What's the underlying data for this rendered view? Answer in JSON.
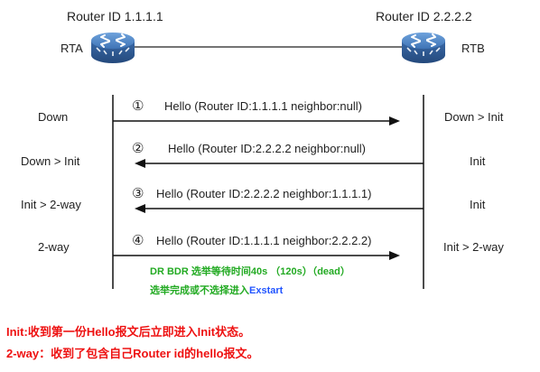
{
  "routers": {
    "left": {
      "id_label": "Router ID 1.1.1.1",
      "name": "RTA"
    },
    "right": {
      "id_label": "Router ID 2.2.2.2",
      "name": "RTB"
    }
  },
  "icons": {
    "router": "router-icon"
  },
  "colors": {
    "router_top": "#4a7fc0",
    "router_side": "#2e5c96",
    "line": "#111111",
    "green_note": "#22aa22",
    "blue_note": "#2255ff",
    "red_note": "#ee1111"
  },
  "exchanges": [
    {
      "num": "①",
      "message": "Hello (Router ID:1.1.1.1  neighbor:null)",
      "direction": "right",
      "left_state": "Down",
      "right_state": "Down > Init"
    },
    {
      "num": "②",
      "message": "Hello (Router ID:2.2.2.2 neighbor:null)",
      "direction": "left",
      "left_state": "Down > Init",
      "right_state": "Init"
    },
    {
      "num": "③",
      "message": "Hello (Router ID:2.2.2.2 neighbor:1.1.1.1)",
      "direction": "left",
      "left_state": "Init > 2-way",
      "right_state": "Init"
    },
    {
      "num": "④",
      "message": "Hello (Router ID:1.1.1.1  neighbor:2.2.2.2)",
      "direction": "right",
      "left_state": "2-way",
      "right_state": "Init >  2-way"
    }
  ],
  "green_notes": {
    "line1": "DR  BDR 选举等待时间40s  （120s）（dead）",
    "line2_prefix": "选举完成或不选择进入",
    "line2_suffix": "Exstart"
  },
  "red_notes": [
    "Init:收到第一份Hello报文后立即进入Init状态。",
    "2-way：收到了包含自己Router id的hello报文。"
  ]
}
